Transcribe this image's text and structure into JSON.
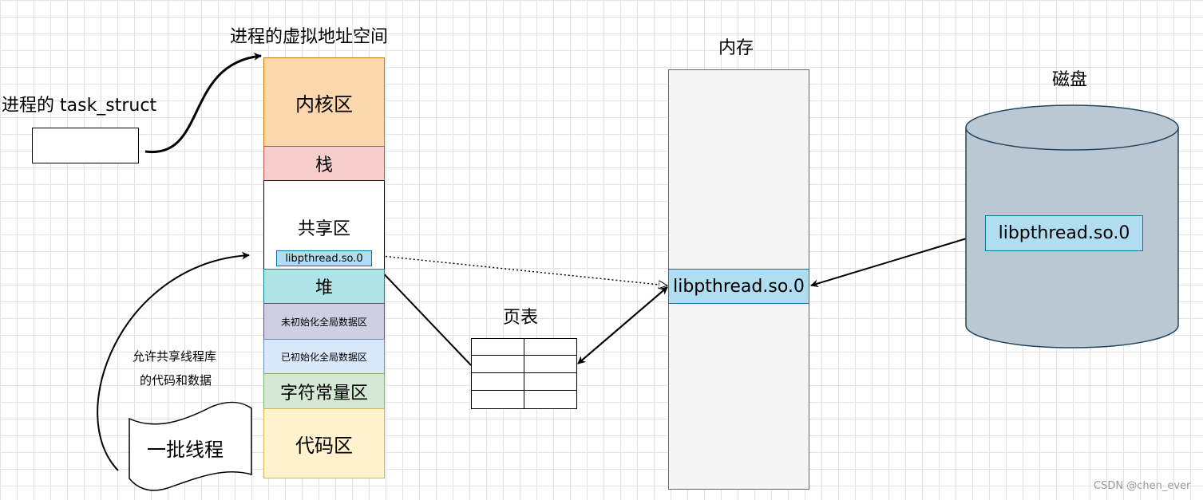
{
  "labels": {
    "task_struct": "进程的 task_struct",
    "vas_title": "进程的虚拟地址空间",
    "memory_title": "内存",
    "disk_title": "磁盘",
    "page_table": "页表",
    "threads_note_line1": "允许共享线程库",
    "threads_note_line2": "的代码和数据",
    "thread_group": "一批线程",
    "watermark": "CSDN @chen_ever"
  },
  "segments": [
    {
      "label": "内核区",
      "color": "#fad7ac",
      "border": "#cc7a00"
    },
    {
      "label": "栈",
      "color": "#f8cecc",
      "border": "#b85450"
    },
    {
      "label": "共享区",
      "color": "#ffffff",
      "border": "#000000"
    },
    {
      "label": "堆",
      "color": "#b0e3e6",
      "border": "#0e8088"
    },
    {
      "label": "未初始化全局数据区",
      "color": "#d0cee2",
      "border": "#56517e"
    },
    {
      "label": "已初始化全局数据区",
      "color": "#dae8fc",
      "border": "#6c8ebf"
    },
    {
      "label": "字符常量区",
      "color": "#d5e8d4",
      "border": "#82b366"
    },
    {
      "label": "代码区",
      "color": "#fff2cc",
      "border": "#d6b656"
    }
  ],
  "library": {
    "small": "libpthread.so.0",
    "memory": "libpthread.so.0",
    "disk": "libpthread.so.0"
  },
  "colors": {
    "library_fill": "#b1ddf0",
    "library_border": "#10739e",
    "memory_fill": "#f5f5f5",
    "disk_fill": "#bac8d3"
  }
}
